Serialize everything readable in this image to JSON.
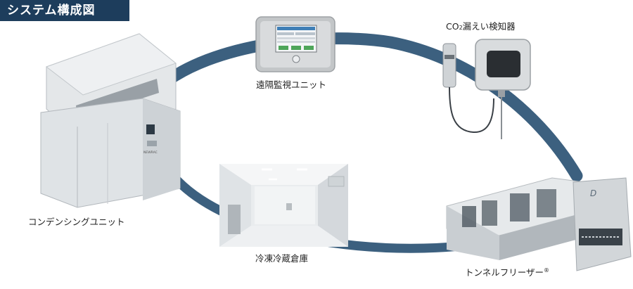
{
  "title": "システム構成図",
  "labels": {
    "condensing_unit": "コンデンシングユニット",
    "remote_monitor": "遠隔監視ユニット",
    "co2_detector_prefix": "CO",
    "co2_detector_sub": "2",
    "co2_detector_suffix": "漏えい検知器",
    "cold_storage": "冷凍冷蔵倉庫",
    "tunnel_freezer": "トンネルフリーザー",
    "tunnel_freezer_mark": "®"
  },
  "logos": {
    "condensing_brand": "NEWRAC",
    "freezer_brand": "D"
  },
  "colors": {
    "ring": "#3c607f",
    "title_bg": "#1d3d5c",
    "steel": "#d6dadd"
  }
}
